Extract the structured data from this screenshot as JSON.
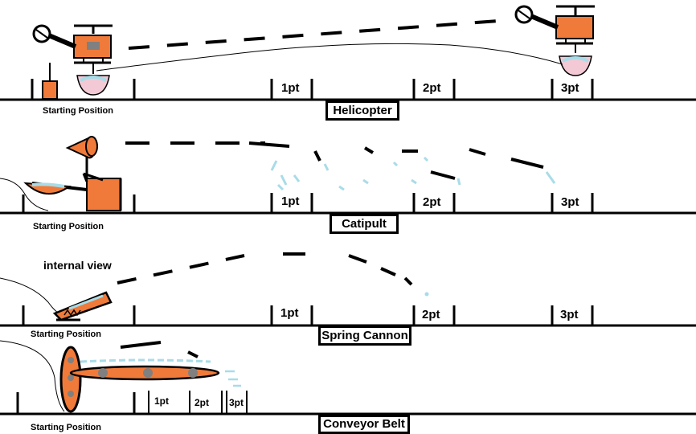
{
  "colors": {
    "ink": "#000000",
    "machine": "#f07a3a",
    "machine_fill": "#f58b4e",
    "window": "#808080",
    "water": "#a8dce8",
    "cup": "#f3c9d6"
  },
  "panels": [
    {
      "id": "helicopter",
      "title": "Helicopter",
      "start_label": "Starting Position",
      "scores": [
        "1pt",
        "2pt",
        "3pt"
      ]
    },
    {
      "id": "catapult",
      "title": "Catipult",
      "start_label": "Starting Position",
      "scores": [
        "1pt",
        "2pt",
        "3pt"
      ]
    },
    {
      "id": "spring-cannon",
      "title": "Spring Cannon",
      "start_label": "Starting Position",
      "note": "internal view",
      "scores": [
        "1pt",
        "2pt",
        "3pt"
      ]
    },
    {
      "id": "conveyor-belt",
      "title": "Conveyor Belt",
      "start_label": "Starting Position",
      "scores": [
        "1pt",
        "2pt",
        "3pt"
      ]
    }
  ]
}
